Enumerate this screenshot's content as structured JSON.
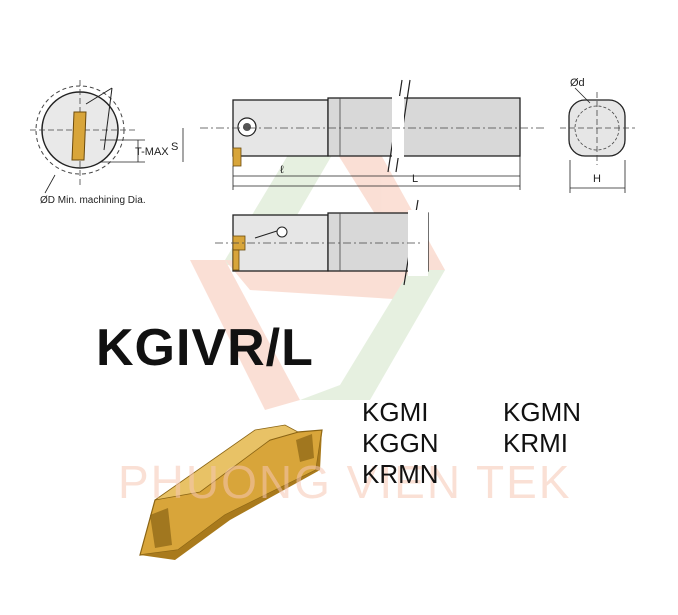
{
  "diagram": {
    "title": "KGIVR/L",
    "insert_codes": [
      "KGMI",
      "KGMN",
      "KGGN",
      "KRMI",
      "KRMN"
    ],
    "labels": {
      "t_max": "T-MAX",
      "s": "S",
      "min_dia": "ØD Min. machining Dia.",
      "l_small": "ℓ",
      "l_large": "L",
      "d_small": "Ød",
      "h": "H"
    },
    "watermark": "PHUONG VIEN TEK",
    "colors": {
      "insert_gold": "#d8a53a",
      "insert_dark": "#8a6414",
      "watermark_orange": "#f3a58a",
      "watermark_green": "#b9d6a8",
      "line_dark": "#222222",
      "bar_gray": "#d8d8d8"
    }
  }
}
